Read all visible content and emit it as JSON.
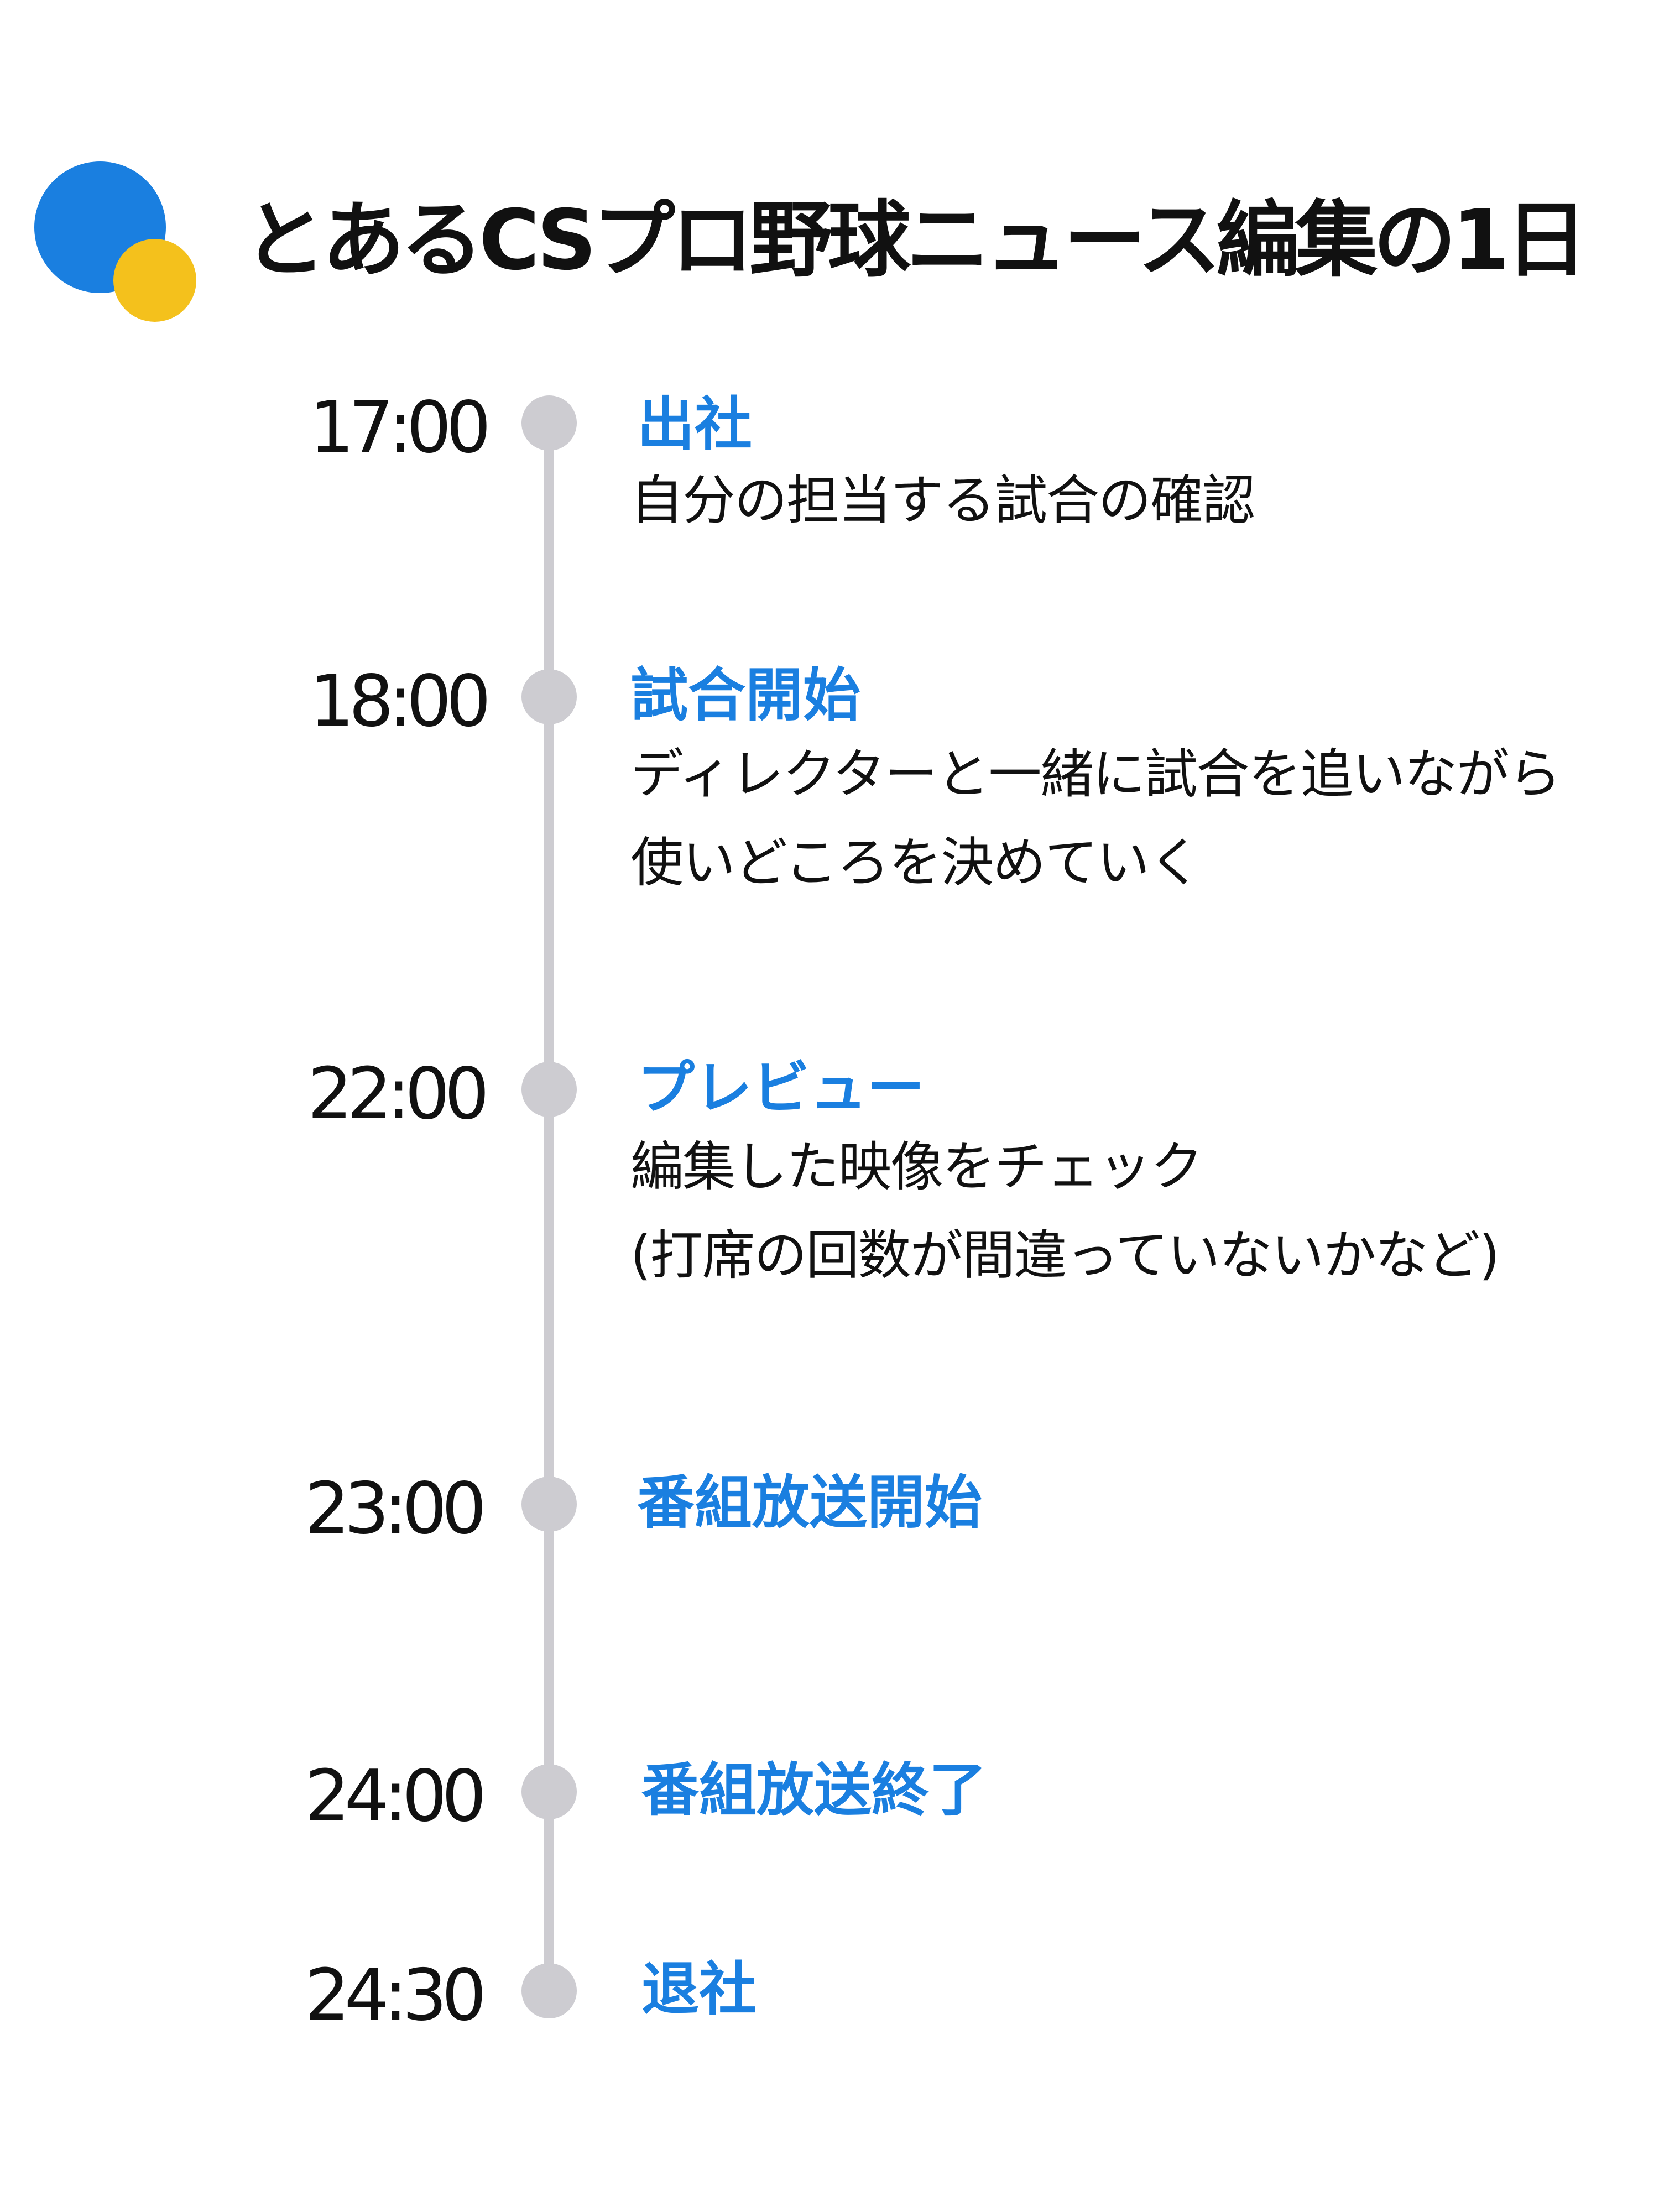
{
  "title": "とあるCSプロ野球ニュース編集の1日",
  "timeline": [
    {
      "time": "17:00",
      "heading": "出社",
      "lines": [
        "自分の担当する試合の確認"
      ]
    },
    {
      "time": "18:00",
      "heading": "試合開始",
      "lines": [
        "ディレクターと一緒に試合を追いながら",
        "使いどころを決めていく"
      ]
    },
    {
      "time": "22:00",
      "heading": "プレビュー",
      "lines": [
        "編集した映像をチェック",
        "(打席の回数が間違っていないかなど)"
      ]
    },
    {
      "time": "23:00",
      "heading": "番組放送開始",
      "lines": []
    },
    {
      "time": "24:00",
      "heading": "番組放送終了",
      "lines": []
    },
    {
      "time": "24:30",
      "heading": "退社",
      "lines": []
    }
  ],
  "colors": {
    "accent": "#1a7fe0",
    "logo_yellow": "#f4c11c",
    "timeline": "#cdccd1",
    "text": "#111111"
  }
}
